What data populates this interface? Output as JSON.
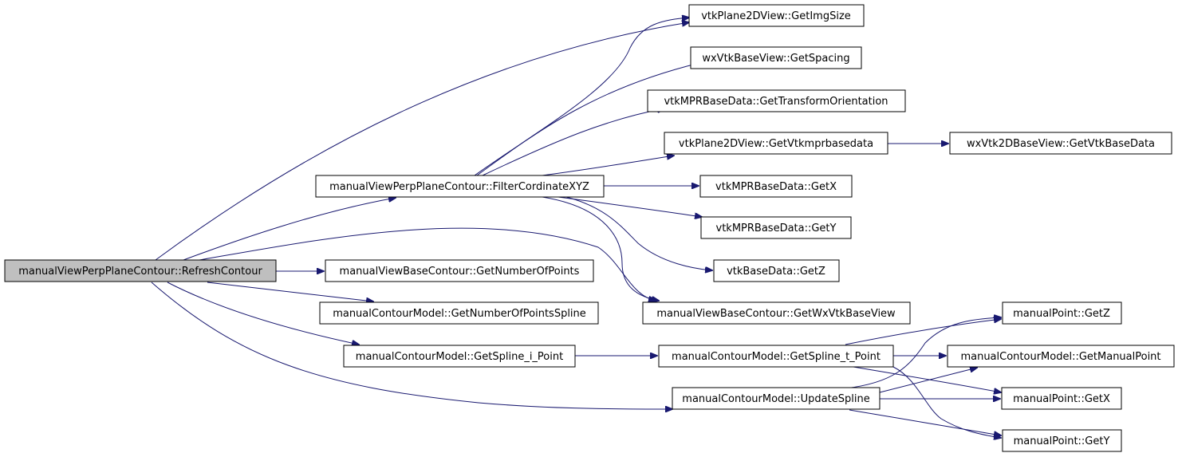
{
  "colors": {
    "node_fill": "#ffffff",
    "root_fill": "#bfbfbf",
    "edge": "#191970",
    "border": "#000000"
  },
  "nodes": {
    "refresh_contour": "manualViewPerpPlaneContour::RefreshContour",
    "filter_cordinate_xyz": "manualViewPerpPlaneContour::FilterCordinateXYZ",
    "get_img_size": "vtkPlane2DView::GetImgSize",
    "get_spacing": "wxVtkBaseView::GetSpacing",
    "get_transform_orientation": "vtkMPRBaseData::GetTransformOrientation",
    "get_vtkmprbasedata": "vtkPlane2DView::GetVtkmprbasedata",
    "get_vtk_base_data": "wxVtk2DBaseView::GetVtkBaseData",
    "get_x_mpr": "vtkMPRBaseData::GetX",
    "get_y_mpr": "vtkMPRBaseData::GetY",
    "get_z_base": "vtkBaseData::GetZ",
    "get_number_of_points": "manualViewBaseContour::GetNumberOfPoints",
    "get_wx_vtk_base_view": "manualViewBaseContour::GetWxVtkBaseView",
    "get_number_of_points_spline": "manualContourModel::GetNumberOfPointsSpline",
    "get_spline_i_point": "manualContourModel::GetSpline_i_Point",
    "get_spline_t_point": "manualContourModel::GetSpline_t_Point",
    "update_spline": "manualContourModel::UpdateSpline",
    "point_get_z": "manualPoint::GetZ",
    "get_manual_point": "manualContourModel::GetManualPoint",
    "point_get_x": "manualPoint::GetX",
    "point_get_y": "manualPoint::GetY"
  }
}
